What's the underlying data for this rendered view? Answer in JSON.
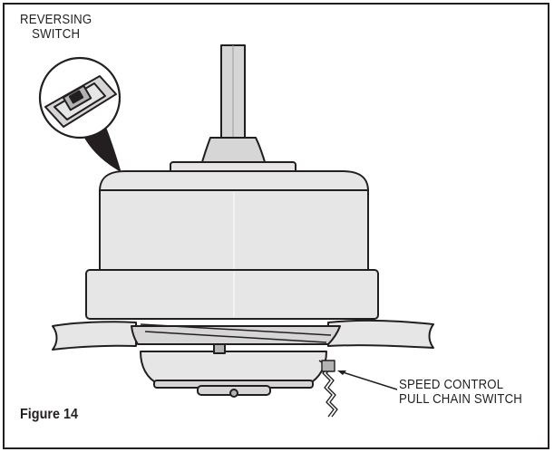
{
  "labels": {
    "reversing_switch": [
      "REVERSING",
      "SWITCH"
    ],
    "speed_control": [
      "SPEED CONTROL",
      "PULL CHAIN SWITCH"
    ],
    "figure": "Figure 14"
  },
  "colors": {
    "line": "#231f20",
    "fill_light": "#e6e6e6",
    "fill_mid": "#d6d6d6",
    "fill_dark": "#b3b3b3",
    "background": "#ffffff"
  }
}
